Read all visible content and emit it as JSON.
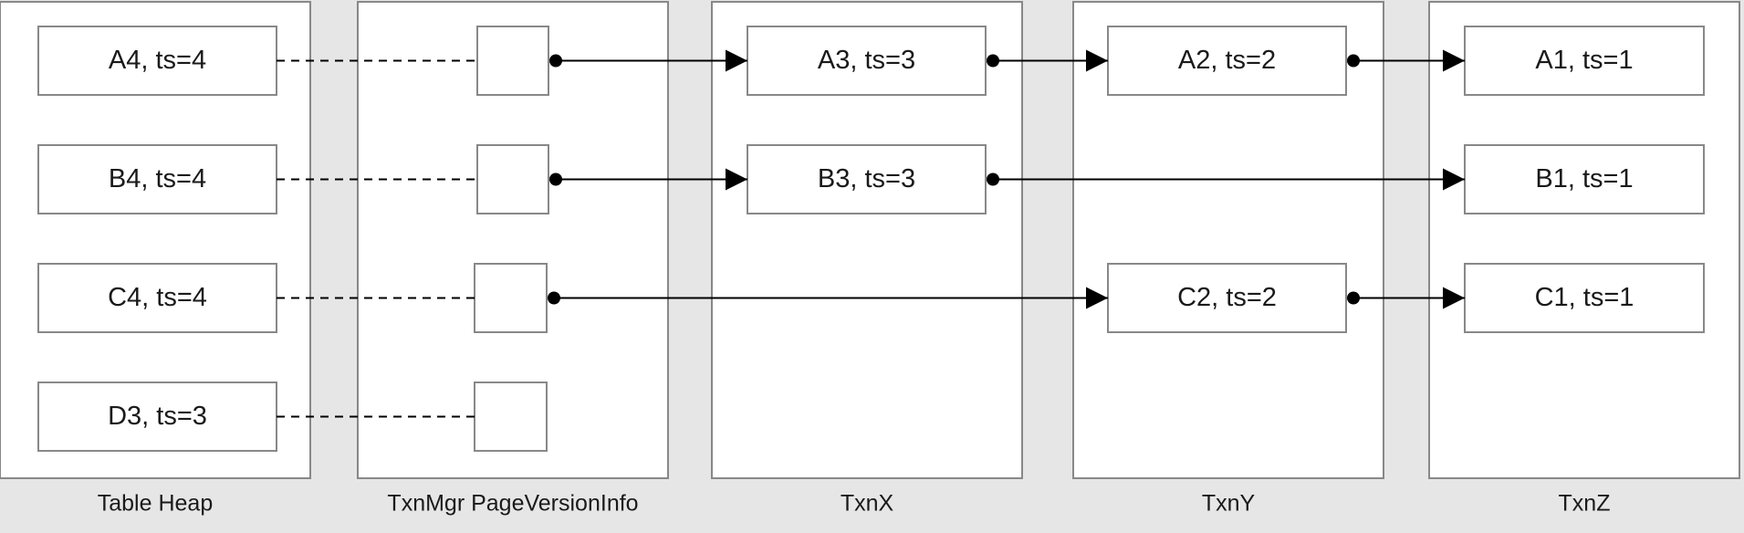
{
  "colors": {
    "background": "#e6e6e6",
    "panel_fill": "#ffffff",
    "panel_stroke": "#888888",
    "node_stroke": "#888888",
    "edge": "#000000",
    "text": "#1a1a1a"
  },
  "panels": [
    {
      "id": "heap",
      "label": "Table Heap"
    },
    {
      "id": "mgr",
      "label": "TxnMgr PageVersionInfo"
    },
    {
      "id": "x",
      "label": "TxnX"
    },
    {
      "id": "y",
      "label": "TxnY"
    },
    {
      "id": "z",
      "label": "TxnZ"
    }
  ],
  "nodes": [
    {
      "id": "A4",
      "panel": "heap",
      "label": "A4, ts=4"
    },
    {
      "id": "B4",
      "panel": "heap",
      "label": "B4, ts=4"
    },
    {
      "id": "C4",
      "panel": "heap",
      "label": "C4, ts=4"
    },
    {
      "id": "D3",
      "panel": "heap",
      "label": "D3, ts=3"
    },
    {
      "id": "pvA",
      "panel": "mgr",
      "label": ""
    },
    {
      "id": "pvB",
      "panel": "mgr",
      "label": ""
    },
    {
      "id": "pvC",
      "panel": "mgr",
      "label": ""
    },
    {
      "id": "pvD",
      "panel": "mgr",
      "label": ""
    },
    {
      "id": "A3",
      "panel": "x",
      "label": "A3, ts=3"
    },
    {
      "id": "B3",
      "panel": "x",
      "label": "B3, ts=3"
    },
    {
      "id": "A2",
      "panel": "y",
      "label": "A2, ts=2"
    },
    {
      "id": "C2",
      "panel": "y",
      "label": "C2, ts=2"
    },
    {
      "id": "A1",
      "panel": "z",
      "label": "A1, ts=1"
    },
    {
      "id": "B1",
      "panel": "z",
      "label": "B1, ts=1"
    },
    {
      "id": "C1",
      "panel": "z",
      "label": "C1, ts=1"
    }
  ],
  "edges": [
    {
      "from": "A4",
      "to": "pvA",
      "style": "dashed"
    },
    {
      "from": "B4",
      "to": "pvB",
      "style": "dashed"
    },
    {
      "from": "C4",
      "to": "pvC",
      "style": "dashed"
    },
    {
      "from": "D3",
      "to": "pvD",
      "style": "dashed"
    },
    {
      "from": "pvA",
      "to": "A3",
      "style": "pointer"
    },
    {
      "from": "pvB",
      "to": "B3",
      "style": "pointer"
    },
    {
      "from": "pvC",
      "to": "C2",
      "style": "pointer"
    },
    {
      "from": "A3",
      "to": "A2",
      "style": "pointer"
    },
    {
      "from": "A2",
      "to": "A1",
      "style": "pointer"
    },
    {
      "from": "B3",
      "to": "B1",
      "style": "pointer"
    },
    {
      "from": "C2",
      "to": "C1",
      "style": "pointer"
    }
  ]
}
